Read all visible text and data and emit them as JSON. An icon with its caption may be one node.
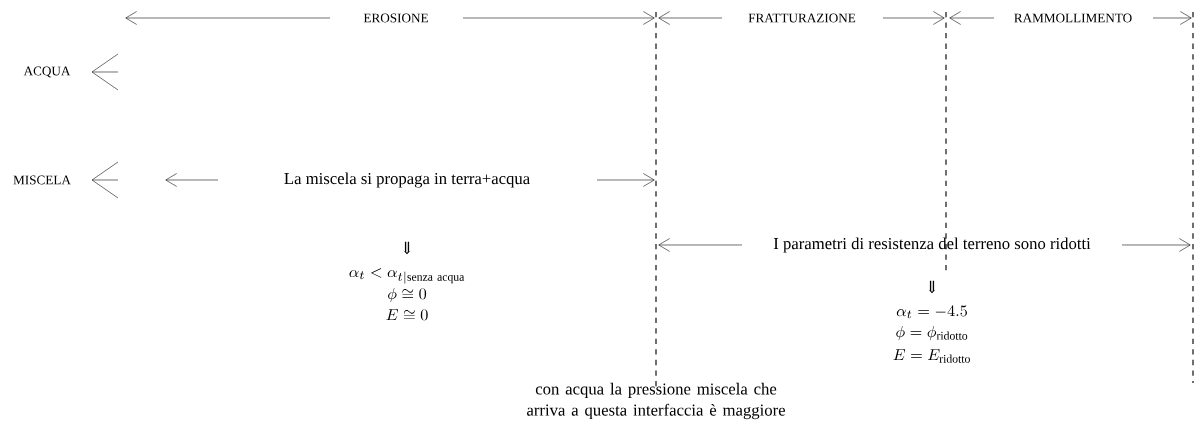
{
  "diagram": {
    "labels": [
      "EROSIONE",
      "FRATTURAZIONE",
      "RAMMOLLIMENTO",
      "ACQUA",
      "MISCELA",
      "La miscela si propaga in terra+acqua",
      "⇓",
      "\\alpha_t < \\alpha_{t|\\mathrm{senza\\ acqua}}",
      "\\phi \\cong 0",
      "E \\cong 0",
      "I parametri di resistenza del terreno sono ridotti",
      "⇓",
      "\\alpha_t = -4.5",
      "\\phi = \\phi_{\\mathrm{ridotto}}",
      "E = E_{\\mathrm{ridotto}}",
      "con acqua la pressione miscela che arriva a questa interfaccia è maggiore"
    ]
  }
}
